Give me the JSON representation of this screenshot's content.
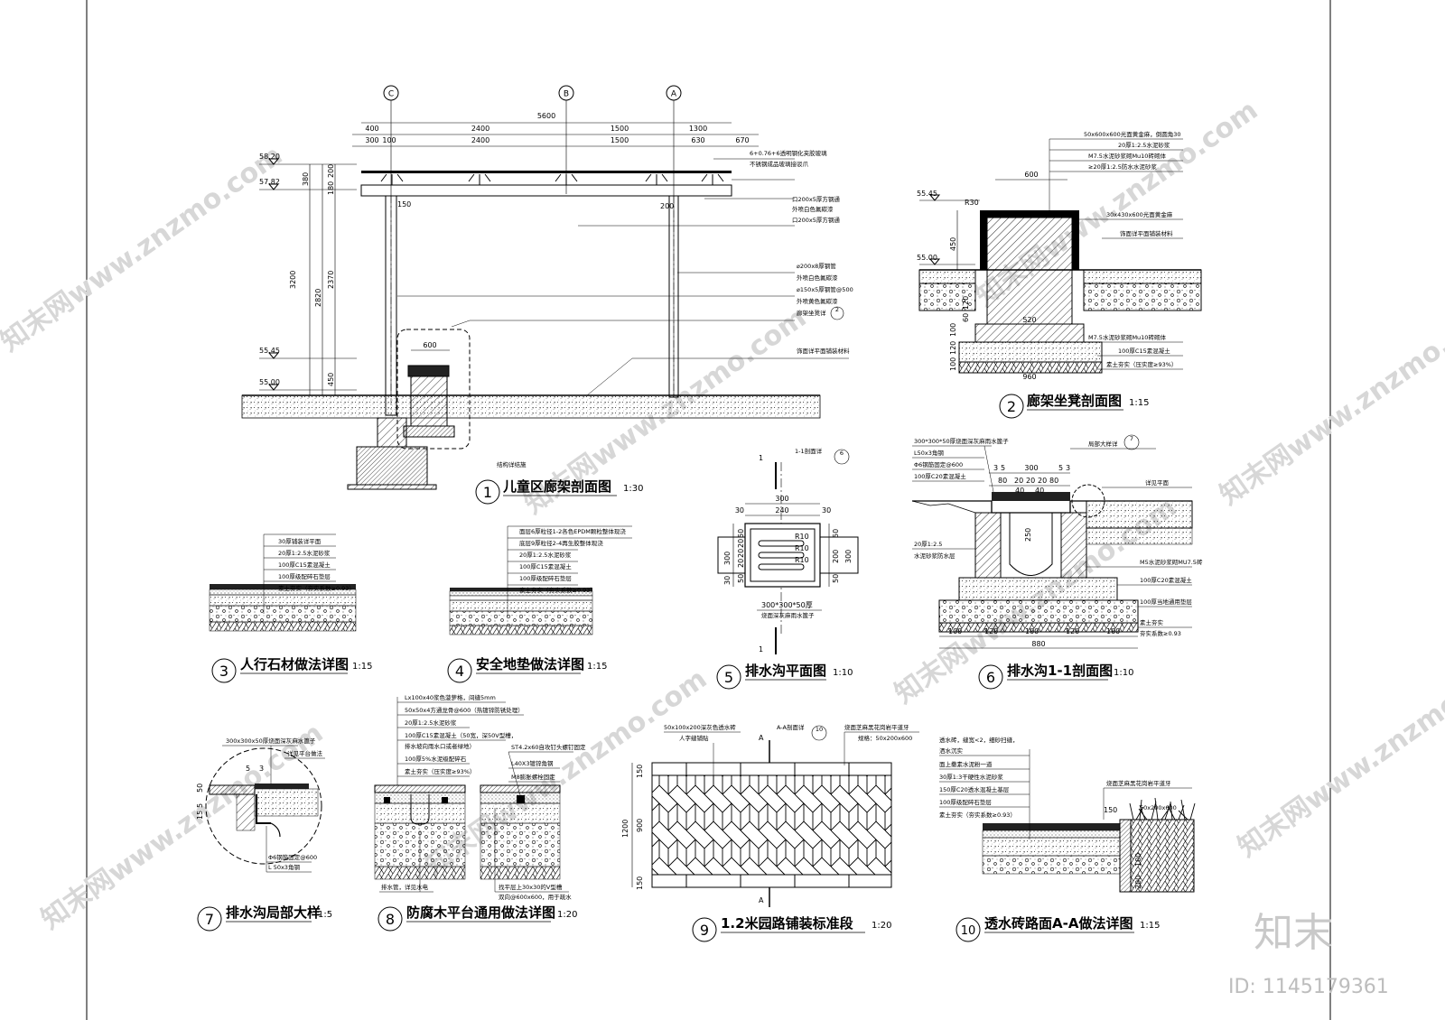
{
  "axes": {
    "c": "C",
    "b": "B",
    "a": "A"
  },
  "d1": {
    "num": "1",
    "title": "儿童区廊架剖面图",
    "scale": "1:30",
    "dims_top1": [
      "400",
      "2400",
      "1500",
      "1300"
    ],
    "dims_top2": [
      "300",
      "100",
      "2400",
      "1500",
      "630",
      "670"
    ],
    "dim_total": "5600",
    "levels": [
      "58.20",
      "57.82",
      "55.45",
      "55.00"
    ],
    "vdims": [
      "380",
      "200",
      "180",
      "3200",
      "2820",
      "2370",
      "450"
    ],
    "small_dims": [
      "150",
      "200",
      "600"
    ],
    "notes": [
      "6+0.76+6透明钢化夹胶玻璃",
      "不锈钢成品玻璃接驳爪",
      "口200x5厚方钢通",
      "外喷白色氟碳漆",
      "口200x5厚方钢通",
      "⌀200x8厚钢管",
      "外喷白色氟碳漆",
      "⌀150x5厚钢管@500",
      "外喷黄色氟碳漆",
      "廊架坐凳详",
      "饰面详平面铺装材料"
    ],
    "note_ref": "2",
    "foundation": "结构详结施"
  },
  "d2": {
    "num": "2",
    "title": "廊架坐凳剖面图",
    "scale": "1:15",
    "levels": [
      "55.45",
      "55.00"
    ],
    "dims": [
      "600",
      "R30",
      "450",
      "520",
      "960",
      "100",
      "120",
      "100",
      "60",
      "120"
    ],
    "notes": [
      "50x600x600光面黄金麻，倒圆角30",
      "20厚1:2.5水泥砂浆",
      "M7.5水泥砂浆砌Mu10砖砌体",
      "≥20厚1:2.5防水水泥砂浆",
      "30x430x600光面黄金麻",
      "饰面详平面铺装材料",
      "M7.5水泥砂浆砌Mu10砖砌体",
      "100厚C15素混凝土",
      "素土夯实（压实度≥93%）"
    ]
  },
  "d3": {
    "num": "3",
    "title": "人行石材做法详图",
    "scale": "1:15",
    "notes": [
      "30厚铺装详平面",
      "20厚1:2.5水泥砂浆",
      "100厚C15素混凝土",
      "100厚级配碎石垫层",
      "素土夯实（夯实系数≥0.93）"
    ]
  },
  "d4": {
    "num": "4",
    "title": "安全地垫做法详图",
    "scale": "1:15",
    "notes": [
      "面层6厚粒径1-2各色EPDM颗粒整体现浇",
      "底层9厚粒径2-4再生胶整体现浇",
      "20厚1:2.5水泥砂浆",
      "100厚C15素混凝土",
      "100厚级配碎石垫层",
      "素土夯实（夯实系数≥0.93）"
    ]
  },
  "d5": {
    "num": "5",
    "title": "排水沟平面图",
    "scale": "1:10",
    "section_label": "1",
    "section_ref": "1-1剖面详",
    "section_ref_num": "6",
    "dims_top": [
      "300",
      "30",
      "240",
      "30"
    ],
    "dims_left": [
      "50",
      "20",
      "20",
      "20",
      "50",
      "300",
      "30"
    ],
    "dims_right": [
      "50",
      "200",
      "50",
      "300"
    ],
    "radii": [
      "R10",
      "R10",
      "R10"
    ],
    "cover": "300*300*50厚",
    "cover_note": "烧面深灰麻雨水篦子"
  },
  "d6": {
    "num": "6",
    "title": "排水沟1-1剖面图",
    "scale": "1:10",
    "dims_top": [
      "3",
      "5",
      "300",
      "5",
      "3"
    ],
    "dims_inner": [
      "80",
      "20",
      "20",
      "20",
      "80",
      "40",
      "40"
    ],
    "dims_bottom": [
      "100",
      "120",
      "100",
      "120",
      "100",
      "880"
    ],
    "dim_depth": "250",
    "notes_left": [
      "300*300*50厚烧面深灰麻雨水篦子",
      "L50x3角钢",
      "Φ6钢筋固定@600",
      "100厚C20素混凝土",
      "20厚1:2.5",
      "水泥砂浆防水层"
    ],
    "notes_right": [
      "局部大样详",
      "详见平面",
      "M5水泥砂浆砌MU7.5砖",
      "100厚C20素混凝土",
      "100厚当地通用垫层",
      "素土夯实",
      "夯实系数≥0.93"
    ],
    "ref_num": "7"
  },
  "d7": {
    "num": "7",
    "title": "排水沟局部大样",
    "scale": "1:5",
    "notes": [
      "300x300x50厚烧面深灰麻水篦子",
      "详见平台做法",
      "Φ6钢筋固定@600",
      "L 50x3角钢"
    ],
    "dims": [
      "5",
      "3",
      "50",
      "5",
      "15"
    ]
  },
  "d8": {
    "num": "8",
    "title": "防腐木平台通用做法详图",
    "scale": "1:20",
    "notes": [
      "Lx100x40浆色菠萝格，间缝5mm",
      "50x50x4方通龙骨@600（热镀锌防锈处理）",
      "20厚1:2.5水泥砂浆",
      "100厚C15素混凝土（50宽，深50V型槽，",
      "排水坡向雨水口或者绿地）",
      "100厚5%水泥级配碎石",
      "素土夯实（压实度≥93%）"
    ],
    "notes_right": [
      "ST4.2x60自攻钉头螺钉固定",
      "L40X3镀锌角钢",
      "M8膨胀螺栓固定"
    ],
    "bottom_left": "排水管，详见水电",
    "bottom_right": [
      "找平层上30x30的V型槽",
      "双向@600x600，用于疏水"
    ]
  },
  "d9": {
    "num": "9",
    "title": "1.2米园路铺装标准段",
    "scale": "1:20",
    "notes": [
      "50x100x200深灰色透水砖",
      "人字缝铺贴"
    ],
    "section_label": "A",
    "section_ref": "A-A剖面详",
    "ref_num": "10",
    "curb": [
      "烧面芝麻黑花岗岩平道牙",
      "规格：50x200x600"
    ],
    "dims": [
      "150",
      "900",
      "150",
      "1200"
    ]
  },
  "d10": {
    "num": "10",
    "title": "透水砖路面A-A做法详图",
    "scale": "1:15",
    "notes": [
      "透水砖，缝宽<2，细砂扫缝，",
      "洒水沉实",
      "面上撒素水泥粉一道",
      "30厚1:3干硬性水泥砂浆",
      "150厚C20透水混凝土基层",
      "100厚级配碎石垫层",
      "素土夯实（夯实系数≥0.93）"
    ],
    "curb": "烧面芝麻黑花岗岩平道牙",
    "curb_size": "50x200x600",
    "dims": [
      "150",
      "100",
      "200"
    ]
  },
  "watermark": "知末网www.znzmo.com",
  "logo": "知末",
  "id_text": "ID: 1145179361"
}
